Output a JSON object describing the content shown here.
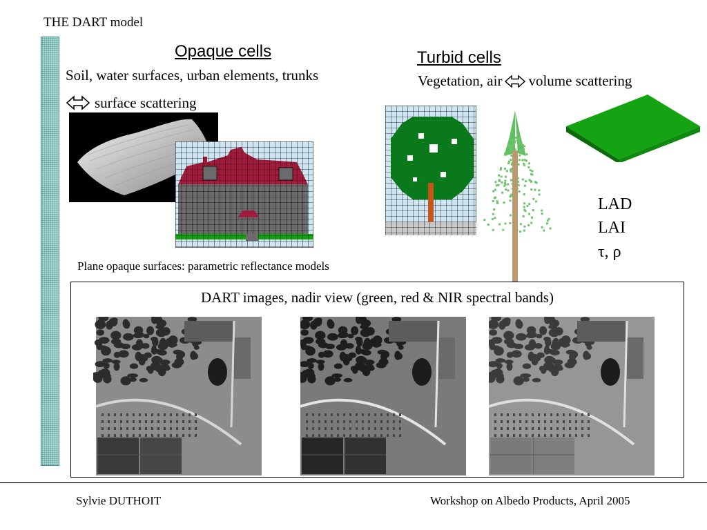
{
  "header": {
    "title": "THE DART model"
  },
  "opaque": {
    "heading": "Opaque cells",
    "line1": "Soil, water surfaces, urban elements, trunks",
    "line2": "surface scattering"
  },
  "turbid": {
    "heading": "Turbid cells",
    "line1_left": "Vegetation, air",
    "line1_right": "volume scattering"
  },
  "parameters": {
    "lad": "LAD",
    "lai": "LAI",
    "tau_rho": "τ, ρ"
  },
  "plane_caption": "Plane opaque surfaces: parametric reflectance models",
  "dart_images": {
    "caption": "DART images, nadir view (green, red & NIR spectral bands)",
    "bands": [
      "green",
      "red",
      "NIR"
    ]
  },
  "footer": {
    "author": "Sylvie DUTHOIT",
    "event": "Workshop on Albedo Products, April 2005"
  },
  "colors": {
    "side_bar": "#a9d9d6",
    "roof": "#a01c3c",
    "wall": "#6b6b6b",
    "sky": "#cfe6f2",
    "leaf": "#0a7a1a",
    "trunk": "#b5824e",
    "slab": "#1ea51e"
  }
}
